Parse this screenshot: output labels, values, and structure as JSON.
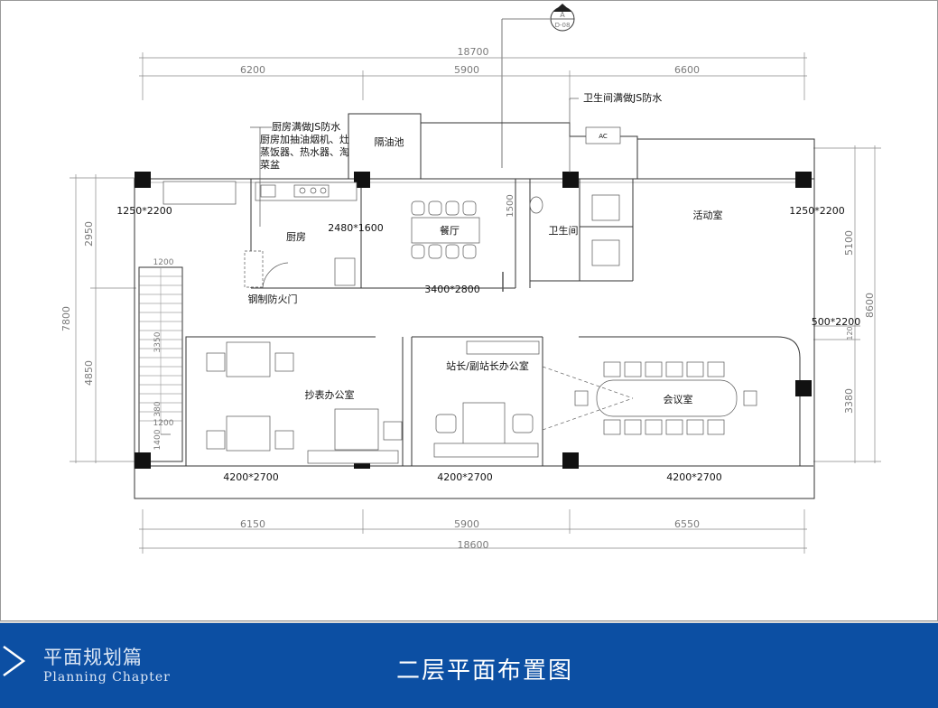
{
  "section_marker": {
    "letter": "A",
    "sheet": "D-08"
  },
  "dimensions": {
    "top_total": "18700",
    "top_segments": [
      "6200",
      "5900",
      "6600"
    ],
    "bottom_total": "18600",
    "bottom_segments": [
      "6150",
      "5900",
      "6550"
    ],
    "left_total": "7800",
    "left_segments": [
      "2950",
      "4850"
    ],
    "right_total": "8600",
    "right_segments": [
      "5100",
      "120",
      "3380"
    ],
    "stair_dims": [
      "1200",
      "3350",
      "380",
      "1200",
      "1400"
    ],
    "dining_height": "1500"
  },
  "rooms": {
    "kitchen": "厨房",
    "dining": "餐厅",
    "restroom": "卫生间",
    "activity": "活动室",
    "meter_office": "抄表办公室",
    "director_office": "站长/副站长办公室",
    "meeting": "会议室",
    "grease_trap": "隔油池"
  },
  "annotations": {
    "kitchen_note": [
      "厨房满做JS防水",
      "厨房加抽油烟机、灶",
      "蒸饭器、热水器、淘",
      "菜盆"
    ],
    "restroom_note": "卫生间满做JS防水",
    "fire_door": "钢制防火门",
    "ac": "AC"
  },
  "windows": {
    "w_left": "1250*2200",
    "w_right": "1250*2200",
    "w_kitchen": "2480*1600",
    "w_dining": "3400*2800",
    "w_east": "500*2200",
    "w_bottom": [
      "4200*2700",
      "4200*2700",
      "4200*2700"
    ]
  },
  "footer": {
    "chapter_cn": "平面规划篇",
    "chapter_en": "Planning Chapter",
    "title": "二层平面布置图"
  }
}
